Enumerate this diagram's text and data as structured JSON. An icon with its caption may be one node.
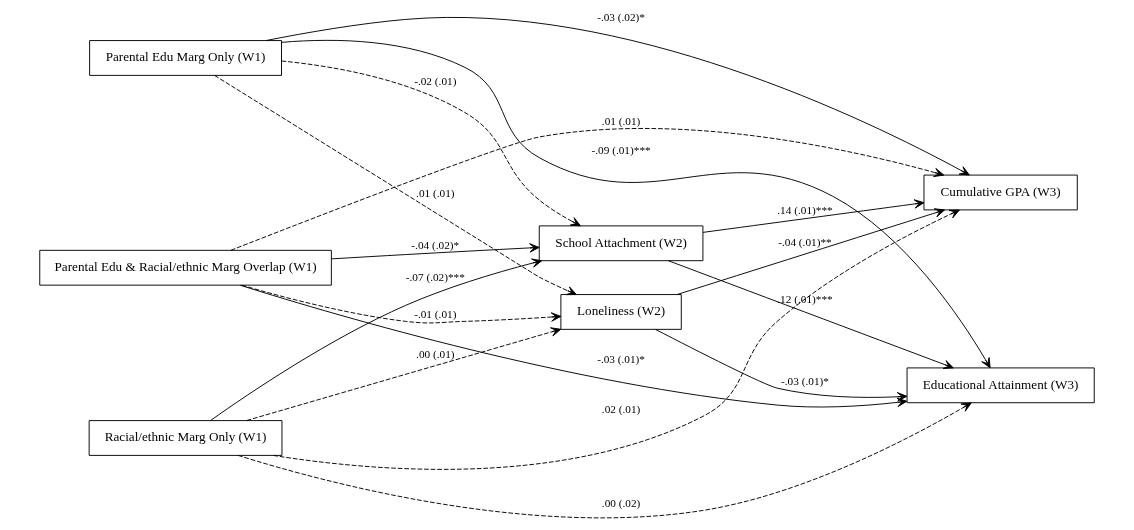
{
  "diagram": {
    "nodes": [
      {
        "text": [
          "Parental Edu Marg Only (W1)"
        ]
      },
      {
        "text": [
          "Racial/ethnic Marg Only (W1)"
        ]
      },
      {
        "text": [
          "Parental Edu & Racial/ethnic Marg Overlap (W1)"
        ]
      },
      {
        "text": [
          "Loneliness (W2)"
        ]
      },
      {
        "text": [
          "School Attachment (W2)"
        ]
      },
      {
        "text": [
          "Cumulative GPA (W3)"
        ]
      },
      {
        "text": [
          "Educational Attainment (W3)"
        ]
      }
    ],
    "edges": [
      {
        "from": 0,
        "to": 5,
        "arrow": "to",
        "label": "-.03 (.02)*"
      },
      {
        "from": 0,
        "to": 6,
        "arrow": "to",
        "label": "-.09 (.01)***"
      },
      {
        "from": 0,
        "to": 3,
        "arrow": "to",
        "style": "dashed",
        "label": ".01 (.01)"
      },
      {
        "from": 0,
        "to": 4,
        "arrow": "to",
        "style": "dashed",
        "label": "-.02 (.01)"
      },
      {
        "from": 1,
        "to": 3,
        "arrow": "to",
        "style": "dashed",
        "label": ".00 (.01)"
      },
      {
        "from": 1,
        "to": 4,
        "arrow": "to",
        "label": "-.07 (.02)***"
      },
      {
        "from": 1,
        "to": 5,
        "arrow": "to",
        "style": "dashed",
        "label": ".02 (.01)"
      },
      {
        "from": 1,
        "to": 6,
        "arrow": "to",
        "style": "dashed",
        "label": ".00 (.02)"
      },
      {
        "from": 2,
        "to": 3,
        "arrow": "to",
        "style": "dashed",
        "label": "-.01 (.01)"
      },
      {
        "from": 2,
        "to": 4,
        "arrow": "to",
        "label": "-.04 (.02)*"
      },
      {
        "from": 2,
        "to": 5,
        "arrow": "to",
        "style": "dashed",
        "label": ".01 (.01)"
      },
      {
        "from": 2,
        "to": 6,
        "arrow": "to",
        "label": "-.03 (.01)*"
      },
      {
        "from": 3,
        "to": 5,
        "arrow": "to",
        "label": "-.04 (.01)**"
      },
      {
        "from": 3,
        "to": 6,
        "arrow": "to",
        "label": "-.03 (.01)*"
      },
      {
        "from": 4,
        "to": 5,
        "arrow": "to",
        "label": ".14 (.01)***"
      },
      {
        "from": 4,
        "to": 6,
        "arrow": "to",
        "label": ".12 (.01)***"
      }
    ]
  }
}
